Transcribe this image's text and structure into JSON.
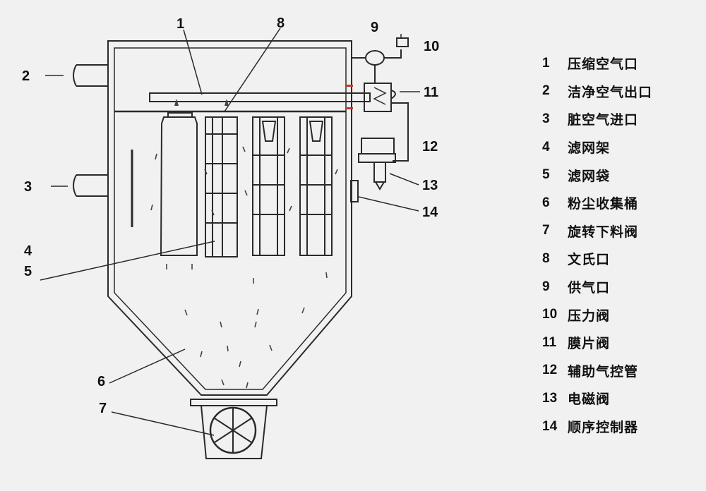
{
  "callouts": [
    "1",
    "2",
    "3",
    "4",
    "5",
    "6",
    "7",
    "8",
    "9",
    "10",
    "11",
    "12",
    "13",
    "14"
  ],
  "legend": [
    {
      "num": "1",
      "label": "压缩空气口"
    },
    {
      "num": "2",
      "label": "洁净空气出口"
    },
    {
      "num": "3",
      "label": "脏空气进口"
    },
    {
      "num": "4",
      "label": "滤网架"
    },
    {
      "num": "5",
      "label": "滤网袋"
    },
    {
      "num": "6",
      "label": "粉尘收集桶"
    },
    {
      "num": "7",
      "label": "旋转下料阀"
    },
    {
      "num": "8",
      "label": "文氏口"
    },
    {
      "num": "9",
      "label": "供气口"
    },
    {
      "num": "10",
      "label": "压力阀"
    },
    {
      "num": "11",
      "label": "膜片阀"
    },
    {
      "num": "12",
      "label": "辅助气控管"
    },
    {
      "num": "13",
      "label": "电磁阀"
    },
    {
      "num": "14",
      "label": "顺序控制器"
    }
  ]
}
